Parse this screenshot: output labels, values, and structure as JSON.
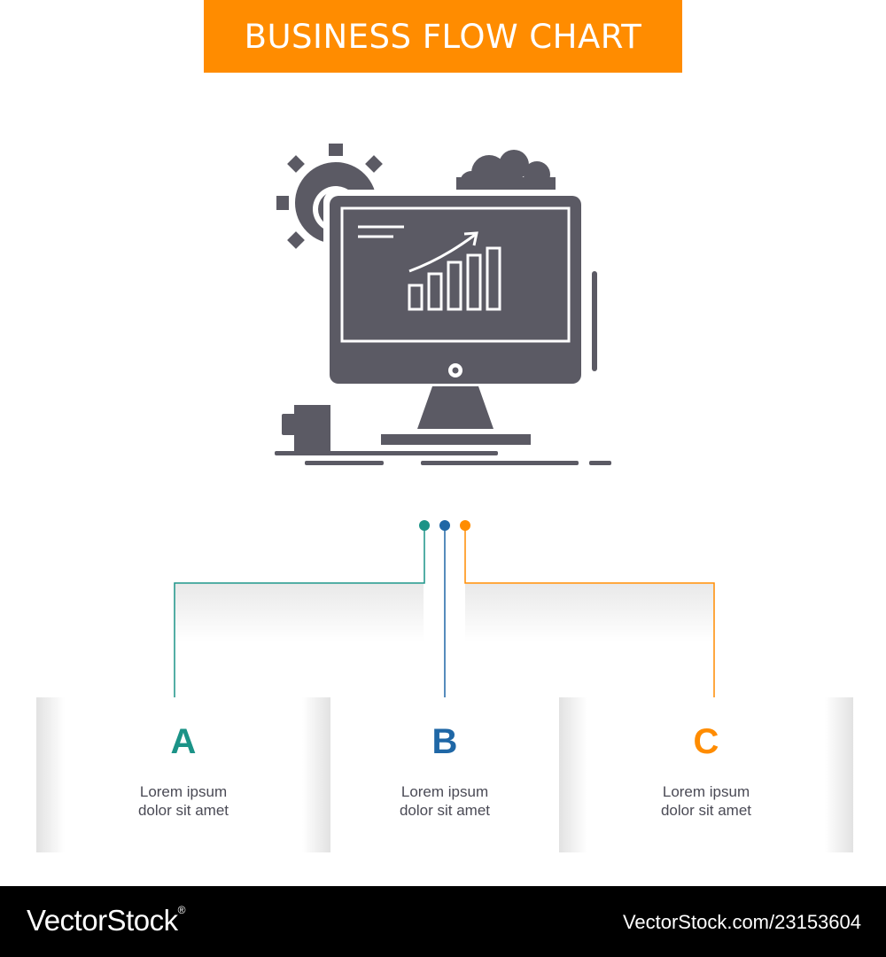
{
  "title": "BUSINESS FLOW CHART",
  "colors": {
    "banner": "#FF8C00",
    "icon": "#5B5A64",
    "teal": "#1B9387",
    "blue": "#1F67A6",
    "orange": "#FF8C00"
  },
  "illustration": {
    "icon_name": "monitor-growth-chart-icon"
  },
  "steps": [
    {
      "letter": "A",
      "text_line1": "Lorem ipsum",
      "text_line2": "dolor sit amet",
      "color": "#1B9387"
    },
    {
      "letter": "B",
      "text_line1": "Lorem ipsum",
      "text_line2": "dolor sit amet",
      "color": "#1F67A6"
    },
    {
      "letter": "C",
      "text_line1": "Lorem ipsum",
      "text_line2": "dolor sit amet",
      "color": "#FF8C00"
    }
  ],
  "footer": {
    "brand": "VectorStock",
    "registered": "®",
    "image_id": "VectorStock.com/23153604"
  }
}
